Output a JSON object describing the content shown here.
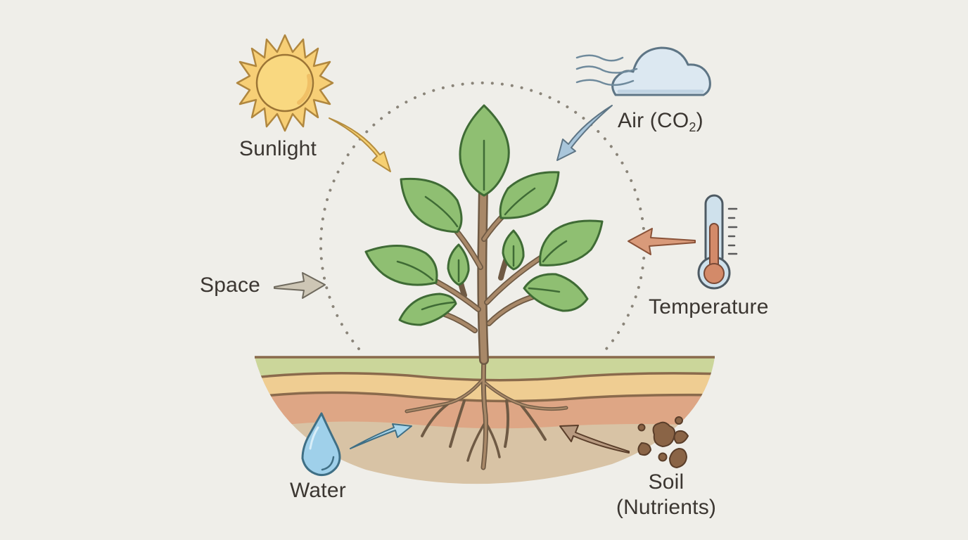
{
  "diagram": {
    "type": "plant-growth-factors",
    "center": "plant",
    "colors": {
      "background": "#efeee9",
      "text": "#3b3631",
      "leaf_fill": "#8fbf72",
      "leaf_stroke": "#3f6b35",
      "stem": "#a88868",
      "stem_stroke": "#6f5a44",
      "dotted_circle": "#8a8479",
      "soil_layer_1": "#cbd69a",
      "soil_layer_2": "#efcd92",
      "soil_layer_3": "#dea685",
      "soil_layer_4": "#d8c3a5",
      "soil_line": "#8a6a4c",
      "sun_fill": "#f7cf76",
      "sun_stroke": "#b0873f",
      "sunlight_arrow": "#f6d072",
      "cloud_fill": "#dce8f1",
      "cloud_stroke": "#5e7585",
      "air_arrow": "#a9c6db",
      "temperature_arrow": "#d99a7a",
      "thermo_bulb": "#d38a69",
      "thermo_glass": "#cfe1ec",
      "space_arrow": "#cdc6b5",
      "water_fill": "#9fd0ea",
      "water_stroke": "#3f6f85",
      "water_arrow": "#a9d6ec",
      "soil_arrow": "#b89a80",
      "soil_clumps": "#8a6446"
    },
    "factors": [
      {
        "id": "sunlight",
        "label": "Sunlight",
        "icon": "sun-icon",
        "arrow_direction": "toward-plant"
      },
      {
        "id": "air",
        "label_main": "Air (CO",
        "label_sub": "2",
        "label_end": ")",
        "icon": "cloud-wind-icon",
        "arrow_direction": "toward-plant"
      },
      {
        "id": "temperature",
        "label": "Temperature",
        "icon": "thermometer-icon",
        "arrow_direction": "toward-plant"
      },
      {
        "id": "space",
        "label": "Space",
        "icon": "none",
        "arrow_direction": "toward-plant"
      },
      {
        "id": "water",
        "label": "Water",
        "icon": "water-drop-icon",
        "arrow_direction": "toward-roots"
      },
      {
        "id": "soil",
        "label_line1": "Soil",
        "label_line2": "(Nutrients)",
        "icon": "soil-clumps-icon",
        "arrow_direction": "toward-roots"
      }
    ]
  }
}
